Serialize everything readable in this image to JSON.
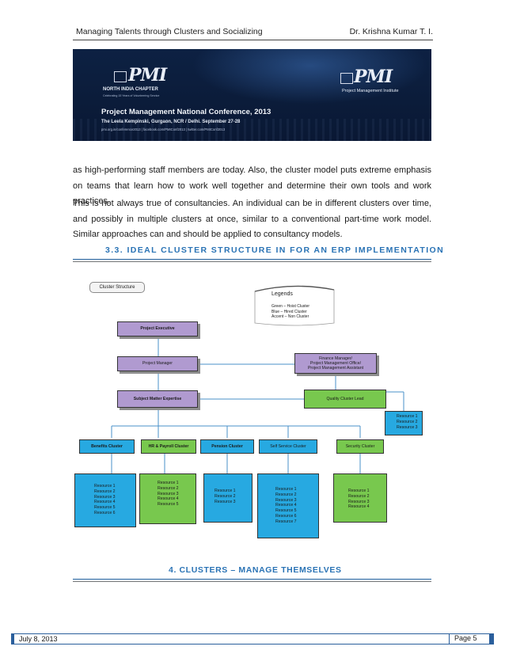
{
  "header": {
    "left": "Managing Talents through Clusters and Socializing",
    "right": "Dr. Krishna Kumar T. I."
  },
  "banner": {
    "left_logo": "PMI",
    "chapter": "NORTH INDIA CHAPTER",
    "tagline": "Celebrating 15 Years of Volunteering Service",
    "right_logo": "PMI",
    "right_name": "Project Management Institute",
    "conference": "Project Management National Conference, 2013",
    "venue": "The Leela Kempinski, Gurgaon, NCR / Delhi. September 27-28",
    "links": "pmi.org.in/conference2013 | facebook.com/PMIConf2013 | twitter.com/PMIConf2013",
    "colors": {
      "background": "#0b1c3a",
      "text": "#e6ecf6"
    }
  },
  "body": {
    "para1": "as high-performing staff members are today. Also, the cluster model puts extreme emphasis on teams that learn how to work well together and determine their own tools and work practices.",
    "para2": "This is not always true of consultancies. An individual can be in different clusters over time, and possibly in multiple clusters at once, similar to a conventional part-time work model. Similar approaches can and should be applied to consultancy models."
  },
  "section_33": {
    "number": "3.3.",
    "title": "IDEAL CLUSTER STRUCTURE IN FOR AN ERP IMPLEMENTATION"
  },
  "diagram": {
    "cluster_structure_label": "Cluster Structure",
    "legends_title": "Legends",
    "legend_items": [
      "Green – Hoist Cluster",
      "Blue – Hired Cluster",
      "Accent – Non Cluster"
    ],
    "project_executive": "Project Executive",
    "project_manager": "Project Manager",
    "finance_manager": "Finance Manager/\nProject Management Office/\nProject Management Assistant",
    "sme": "Subject Matter Expertise",
    "quality_lead": "Quality Cluster Lead",
    "quality_resources": "Resource 1\nResource 2\nResource 3",
    "clusters": [
      {
        "label": "Benefits Cluster",
        "resources": "Resource 1\nResource 2\nResource 3\nResource 4\nResource 5\nResource 6"
      },
      {
        "label": "HR & Payroll Cluster",
        "resources": "Resource 1\nResource 2\nResource 3\nResource 4\nResource 5"
      },
      {
        "label": "Pension Cluster",
        "resources": "Resource 1\nResource 2\nResource 3"
      },
      {
        "label": "Self Service Cluster",
        "resources": "Resource 1\nResource 2\nResource 3\nResource 4\nResource 5\nResource 6\nResource 7"
      },
      {
        "label": "Security Cluster",
        "resources": "Resource 1\nResource 2\nResource 3\nResource 4"
      }
    ],
    "colors": {
      "purple": "#b09ad0",
      "green": "#78c84e",
      "blue": "#27a9e1",
      "connector": "#4a90c8"
    }
  },
  "section_4": {
    "number": "4.",
    "title": "CLUSTERS – MANAGE THEMSELVES"
  },
  "footer": {
    "date": "July 8, 2013",
    "page": "Page 5"
  }
}
